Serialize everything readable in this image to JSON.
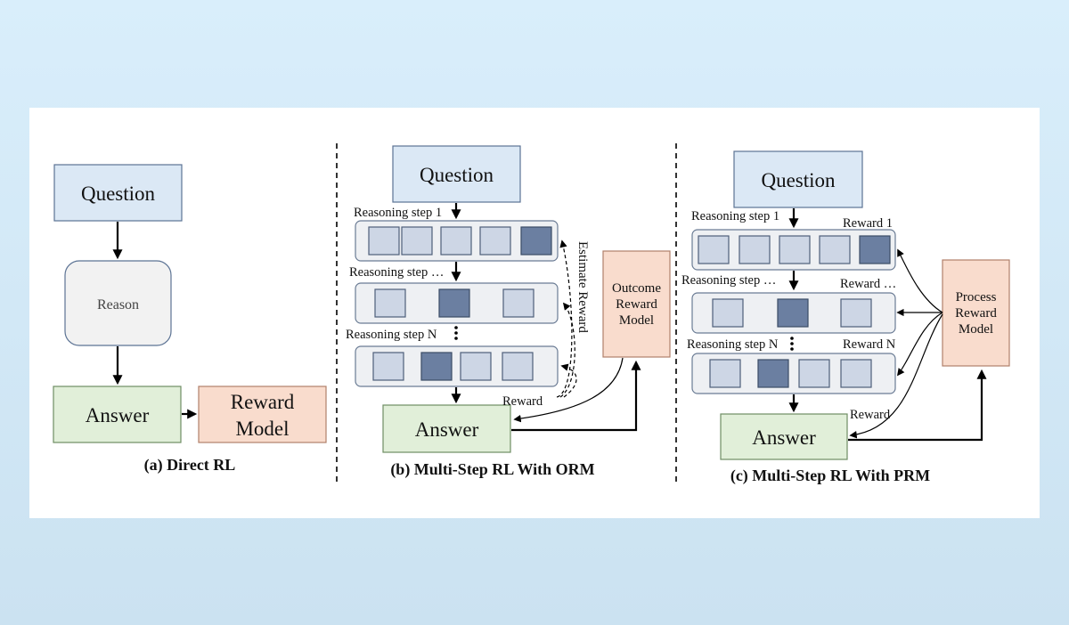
{
  "panel_a": {
    "question": "Question",
    "reason": "Reason",
    "answer": "Answer",
    "reward_model_line1": "Reward",
    "reward_model_line2": "Model",
    "caption": "(a) Direct RL"
  },
  "panel_b": {
    "question": "Question",
    "step1": "Reasoning step 1",
    "step_mid": "Reasoning step …",
    "step_n": "Reasoning step N",
    "estimate_reward": "Estimate Reward",
    "orm_line1": "Outcome",
    "orm_line2": "Reward",
    "orm_line3": "Model",
    "reward": "Reward",
    "answer": "Answer",
    "caption": "(b) Multi-Step RL With ORM"
  },
  "panel_c": {
    "question": "Question",
    "step1": "Reasoning step 1",
    "step_mid": "Reasoning step …",
    "step_n": "Reasoning step N",
    "reward1": "Reward 1",
    "reward_mid": "Reward  …",
    "reward_n": "Reward N",
    "prm_line1": "Process",
    "prm_line2": "Reward",
    "prm_line3": "Model",
    "reward": "Reward",
    "answer": "Answer",
    "caption": "(c) Multi-Step RL With PRM"
  }
}
